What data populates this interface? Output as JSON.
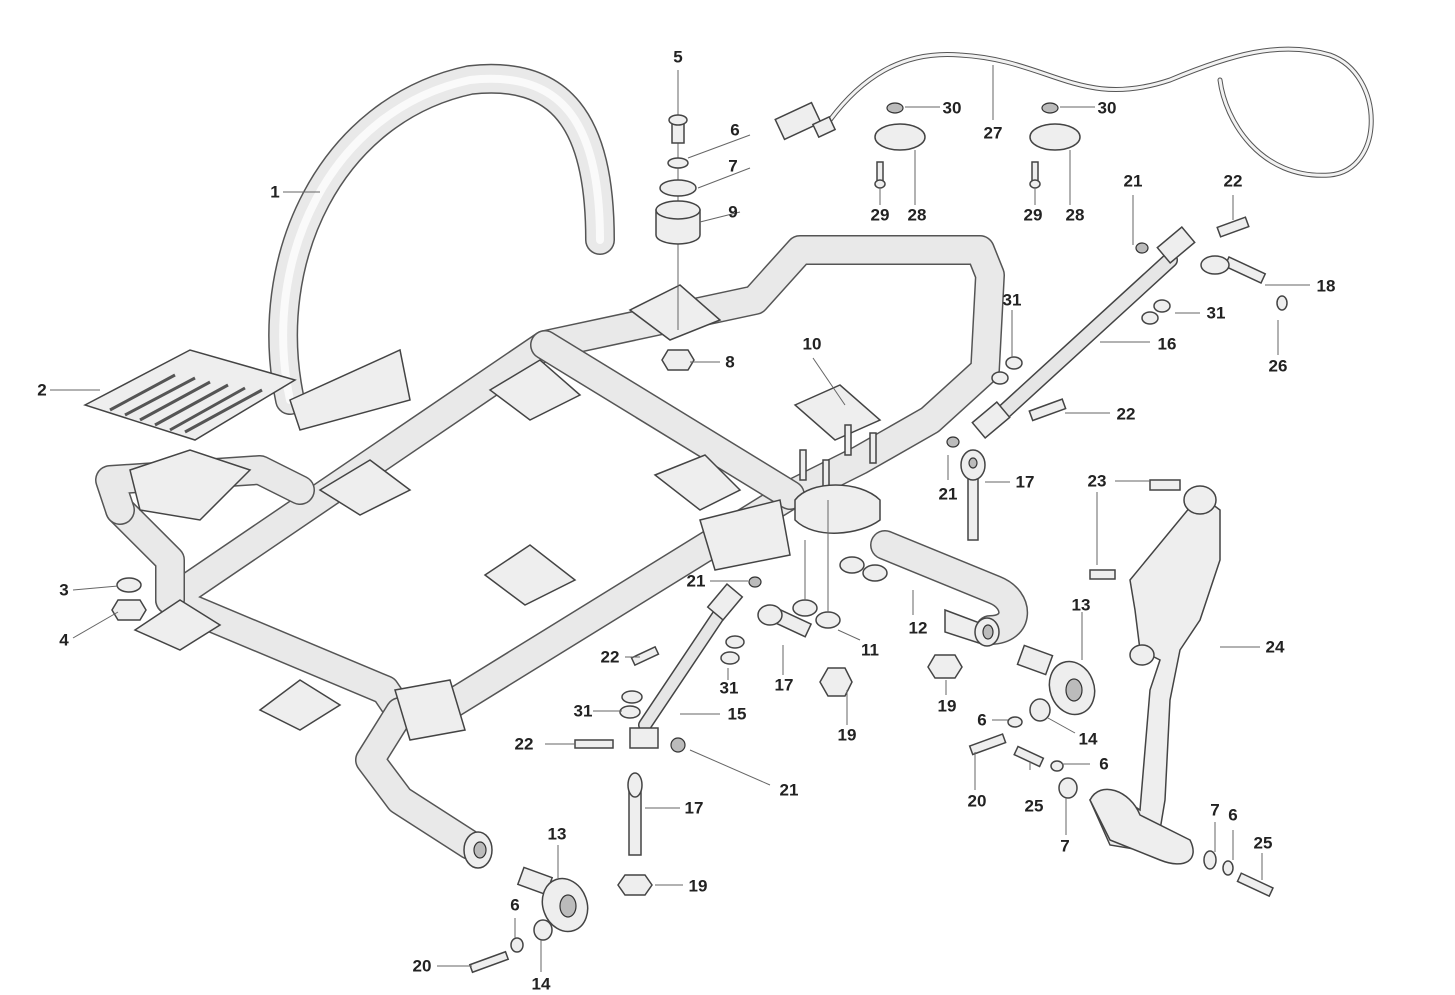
{
  "diagram": {
    "type": "exploded parts diagram",
    "subject": "frame assembly with footrest, mounts, linkage rods and pedal lever",
    "callouts": [
      {
        "id": "c1",
        "label": "1"
      },
      {
        "id": "c2",
        "label": "2"
      },
      {
        "id": "c3",
        "label": "3"
      },
      {
        "id": "c4",
        "label": "4"
      },
      {
        "id": "c5",
        "label": "5"
      },
      {
        "id": "c6a",
        "label": "6"
      },
      {
        "id": "c7a",
        "label": "7"
      },
      {
        "id": "c9",
        "label": "9"
      },
      {
        "id": "c8",
        "label": "8"
      },
      {
        "id": "c10",
        "label": "10"
      },
      {
        "id": "c27",
        "label": "27"
      },
      {
        "id": "c30a",
        "label": "30"
      },
      {
        "id": "c30b",
        "label": "30"
      },
      {
        "id": "c29a",
        "label": "29"
      },
      {
        "id": "c28a",
        "label": "28"
      },
      {
        "id": "c29b",
        "label": "29"
      },
      {
        "id": "c28b",
        "label": "28"
      },
      {
        "id": "c21a",
        "label": "21"
      },
      {
        "id": "c22a",
        "label": "22"
      },
      {
        "id": "c18",
        "label": "18"
      },
      {
        "id": "c31a",
        "label": "31"
      },
      {
        "id": "c31b",
        "label": "31"
      },
      {
        "id": "c16",
        "label": "16"
      },
      {
        "id": "c26",
        "label": "26"
      },
      {
        "id": "c22b",
        "label": "22"
      },
      {
        "id": "c21b",
        "label": "21"
      },
      {
        "id": "c17a",
        "label": "17"
      },
      {
        "id": "c23",
        "label": "23"
      },
      {
        "id": "c24",
        "label": "24"
      },
      {
        "id": "c21c",
        "label": "21"
      },
      {
        "id": "c11",
        "label": "11"
      },
      {
        "id": "c12",
        "label": "12"
      },
      {
        "id": "c13a",
        "label": "13"
      },
      {
        "id": "c22c",
        "label": "22"
      },
      {
        "id": "c17b",
        "label": "17"
      },
      {
        "id": "c31c",
        "label": "31"
      },
      {
        "id": "c31d",
        "label": "31"
      },
      {
        "id": "c15",
        "label": "15"
      },
      {
        "id": "c19a",
        "label": "19"
      },
      {
        "id": "c19b",
        "label": "19"
      },
      {
        "id": "c6b",
        "label": "6"
      },
      {
        "id": "c14a",
        "label": "14"
      },
      {
        "id": "c22d",
        "label": "22"
      },
      {
        "id": "c21d",
        "label": "21"
      },
      {
        "id": "c20a",
        "label": "20"
      },
      {
        "id": "c25a",
        "label": "25"
      },
      {
        "id": "c6c",
        "label": "6"
      },
      {
        "id": "c7b",
        "label": "7"
      },
      {
        "id": "c17c",
        "label": "17"
      },
      {
        "id": "c13b",
        "label": "13"
      },
      {
        "id": "c19c",
        "label": "19"
      },
      {
        "id": "c7c",
        "label": "7"
      },
      {
        "id": "c6d",
        "label": "6"
      },
      {
        "id": "c25b",
        "label": "25"
      },
      {
        "id": "c6e",
        "label": "6"
      },
      {
        "id": "c20b",
        "label": "20"
      },
      {
        "id": "c14b",
        "label": "14"
      }
    ]
  }
}
